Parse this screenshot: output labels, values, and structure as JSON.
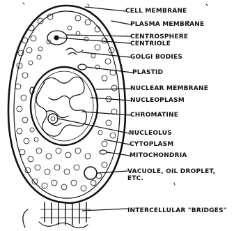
{
  "labels": {
    "cell_membrane": "CELL MEMBRANE",
    "plasma_membrane": "PLASMA MEMBRANE",
    "centrosphere": "CENTROSPHERE",
    "centriole": "CENTRIOLE",
    "golgi_bodies": "GOLGI BODIES",
    "plastid": "PLASTID",
    "nuclear_membrane": "NUCLEAR MEMBRANE",
    "nucleoplasm": "NUCLEOPLASM",
    "chromatine": "CHROMATINE",
    "nucleolus": "NUCLEOLUS",
    "cytoplasm": "CYTOPLASM",
    "mitochondria": "MITOCHONDRIA",
    "vacuole": "VACUOLE, OIL DROPLET, ETC.",
    "intercellular_bridges": "INTERCELLULAR \"BRIDGES\""
  },
  "colors": {
    "ink": "#111111",
    "paper": "#ffffff"
  }
}
